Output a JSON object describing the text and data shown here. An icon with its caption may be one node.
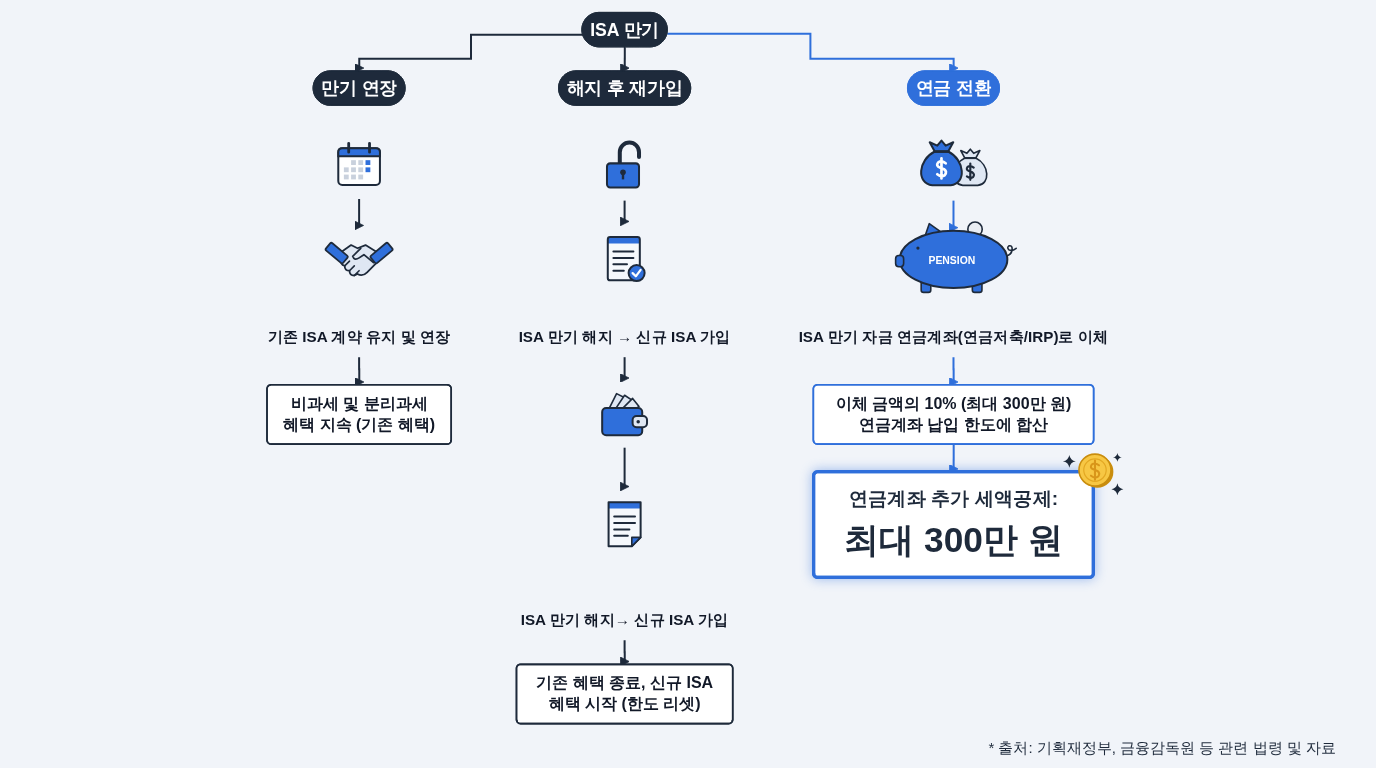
{
  "diagram": {
    "caption": "* 출처: 기획재정부, 금융감독원 등 관련 법령 및 자료",
    "nodes": [
      {
        "text": [
          "ISA 만기"
        ]
      },
      {
        "text": [
          "만기 연장"
        ]
      },
      {
        "text": [
          "해지 후 재가입"
        ]
      },
      {
        "text": [
          "연금 전환"
        ]
      },
      {
        "text": [],
        "shape": "picture"
      },
      {
        "text": [],
        "shape": "picture"
      },
      {
        "text": [
          "기존 ISA 계약 유지 및 연장"
        ]
      },
      {
        "text": [
          "비과세 및 분리과세 혜택 지속 (기존 혜택)"
        ]
      },
      {
        "text": [],
        "shape": "picture"
      },
      {
        "text": [],
        "shape": "picture"
      },
      {
        "text": [
          "ISA 만기 해지 → 신규 ISA 가입"
        ]
      },
      {
        "text": [],
        "shape": "picture"
      },
      {
        "text": [],
        "shape": "picture"
      },
      {
        "text": [
          "ISA 만기 해지→ 신규 ISA 가입"
        ]
      },
      {
        "text": [
          "기존 혜택 종료, 신규 ISA 혜택 시작 (한도 리셋)"
        ]
      },
      {
        "text": [],
        "shape": "picture"
      },
      {
        "text": [
          "PENSION"
        ]
      },
      {
        "text": [
          "ISA 만기 자금 연금계좌(연금저축/IRP)로 이체"
        ]
      },
      {
        "text": [
          "이체 금액의 10% (최대 300만 원) 연금계좌 납입 한도에 합산"
        ]
      },
      {
        "text": [
          "연금계좌 추가 세액공제:",
          "최대 300만 원"
        ]
      }
    ],
    "edges": [
      {
        "from": 0,
        "to": 1,
        "arrow": "to"
      },
      {
        "from": 0,
        "to": 2,
        "arrow": "to"
      },
      {
        "from": 0,
        "to": 3,
        "arrow": "to",
        "color": "#2f6fdb"
      },
      {
        "from": 4,
        "to": 5,
        "arrow": "to"
      },
      {
        "from": 6,
        "to": 7,
        "arrow": "to"
      },
      {
        "from": 8,
        "to": 9,
        "arrow": "to"
      },
      {
        "from": 10,
        "to": 11,
        "arrow": "to"
      },
      {
        "from": 11,
        "to": 12,
        "arrow": "to"
      },
      {
        "from": 13,
        "to": 14,
        "arrow": "to"
      },
      {
        "from": 15,
        "to": 16,
        "arrow": "to",
        "color": "#2f6fdb"
      },
      {
        "from": 17,
        "to": 18,
        "arrow": "to",
        "color": "#2f6fdb"
      },
      {
        "from": 18,
        "to": 19,
        "arrow": "to",
        "color": "#2f6fdb"
      }
    ]
  }
}
